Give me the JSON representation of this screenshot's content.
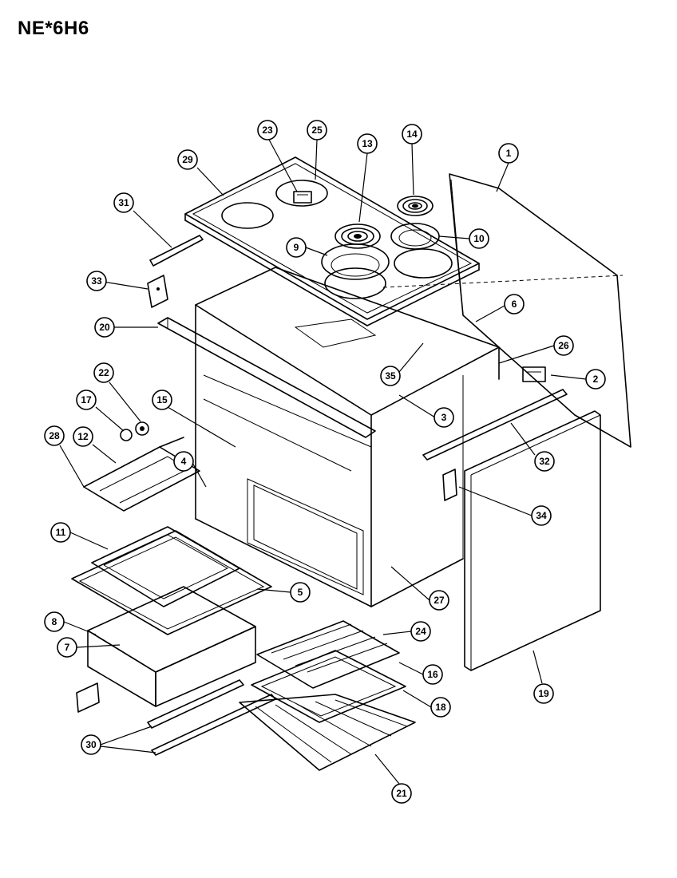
{
  "title": "NE*6H6",
  "callouts": [
    {
      "n": "1"
    },
    {
      "n": "2"
    },
    {
      "n": "3"
    },
    {
      "n": "4"
    },
    {
      "n": "5"
    },
    {
      "n": "6"
    },
    {
      "n": "7"
    },
    {
      "n": "8"
    },
    {
      "n": "9"
    },
    {
      "n": "10"
    },
    {
      "n": "11"
    },
    {
      "n": "12"
    },
    {
      "n": "13"
    },
    {
      "n": "14"
    },
    {
      "n": "15"
    },
    {
      "n": "16"
    },
    {
      "n": "17"
    },
    {
      "n": "18"
    },
    {
      "n": "19"
    },
    {
      "n": "20"
    },
    {
      "n": "21"
    },
    {
      "n": "22"
    },
    {
      "n": "23"
    },
    {
      "n": "24"
    },
    {
      "n": "25"
    },
    {
      "n": "26"
    },
    {
      "n": "27"
    },
    {
      "n": "28"
    },
    {
      "n": "29"
    },
    {
      "n": "30"
    },
    {
      "n": "31"
    },
    {
      "n": "32"
    },
    {
      "n": "33"
    },
    {
      "n": "34"
    },
    {
      "n": "35"
    }
  ]
}
